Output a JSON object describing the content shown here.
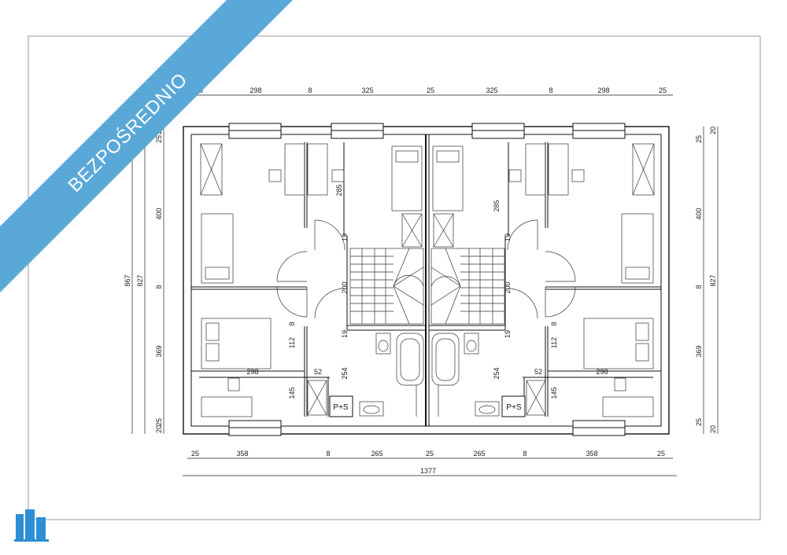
{
  "banner": {
    "text": "BEZPOŚREDNIO",
    "color": "#5aa8d8"
  },
  "logo": {
    "icon": "building-icon",
    "color": "#2e8fd6"
  },
  "plan": {
    "top_dims": [
      "25",
      "298",
      "8",
      "325",
      "25",
      "325",
      "8",
      "298",
      "25"
    ],
    "bottom_dims": [
      "25",
      "358",
      "8",
      "265",
      "25",
      "265",
      "8",
      "358",
      "25"
    ],
    "bottom_total": "1377",
    "left_outer": [
      "867",
      "827"
    ],
    "left_inner": [
      "20",
      "25",
      "400",
      "8",
      "369",
      "25",
      "20"
    ],
    "right_inner": [
      "25",
      "400",
      "8",
      "369",
      "25"
    ],
    "right_outer": [
      "20",
      "827",
      "20"
    ],
    "inner_dims_left": [
      "285",
      "19",
      "200",
      "19",
      "112",
      "145",
      "254",
      "52",
      "8",
      "298"
    ],
    "inner_dims_right": [
      "285",
      "19",
      "200",
      "19",
      "112",
      "145",
      "254",
      "52",
      "8",
      "298"
    ],
    "ps_label": "P+S"
  }
}
